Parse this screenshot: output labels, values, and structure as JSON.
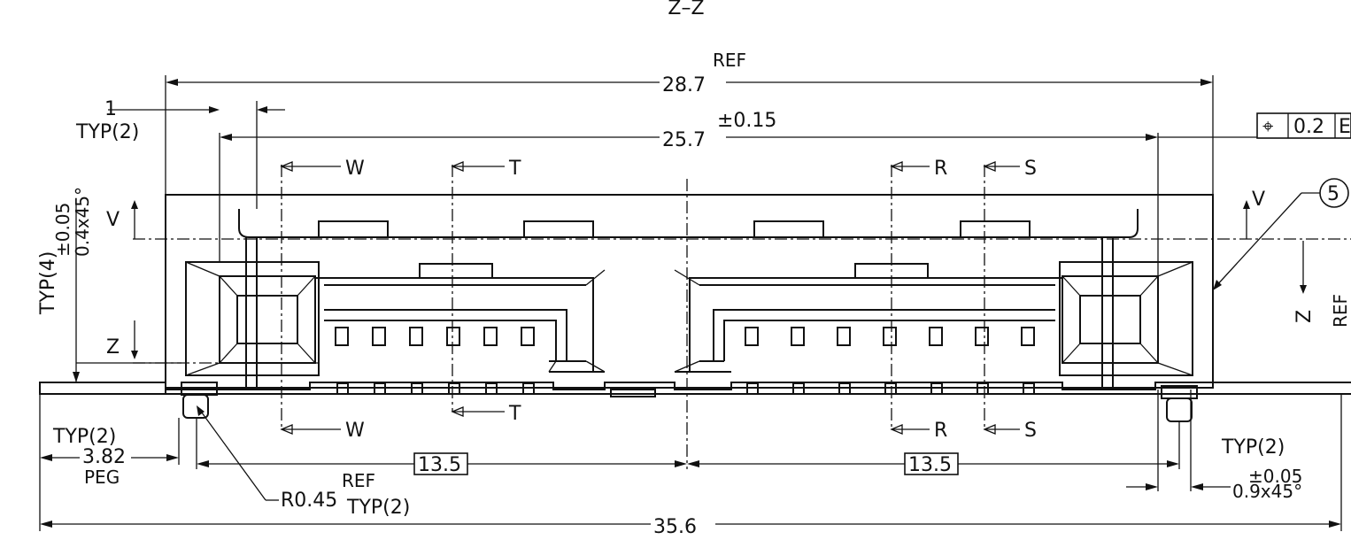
{
  "view_label": "Z–Z",
  "dimensions": {
    "overall_ref": {
      "value": "28.7",
      "suffix": "REF"
    },
    "pitch_span": {
      "value": "25.7",
      "tol": "±0.15"
    },
    "top_left_step": {
      "value": "1",
      "note": "TYP(2)"
    },
    "chamfer_left": {
      "value": "0.4x45°",
      "tol": "±0.05",
      "note": "TYP(4)"
    },
    "half_span_left": "13.5",
    "half_span_right": "13.5",
    "peg_offset": {
      "value": "3.82",
      "note": "TYP(2)",
      "sub": "PEG"
    },
    "radius": {
      "value": "R0.45",
      "ref": "REF",
      "note": "TYP(2)"
    },
    "chamfer_right": {
      "value": "0.9x45°",
      "tol": "±0.05",
      "note": "TYP(2)"
    },
    "overall_bottom": "35.6",
    "right_ref": "REF"
  },
  "section_marks": {
    "W": "W",
    "T": "T",
    "R": "R",
    "S": "S",
    "V": "V",
    "Z": "Z"
  },
  "feature_control": {
    "symbol": "⌖",
    "tolerance": "0.2",
    "datum": "E"
  },
  "balloon": "5"
}
